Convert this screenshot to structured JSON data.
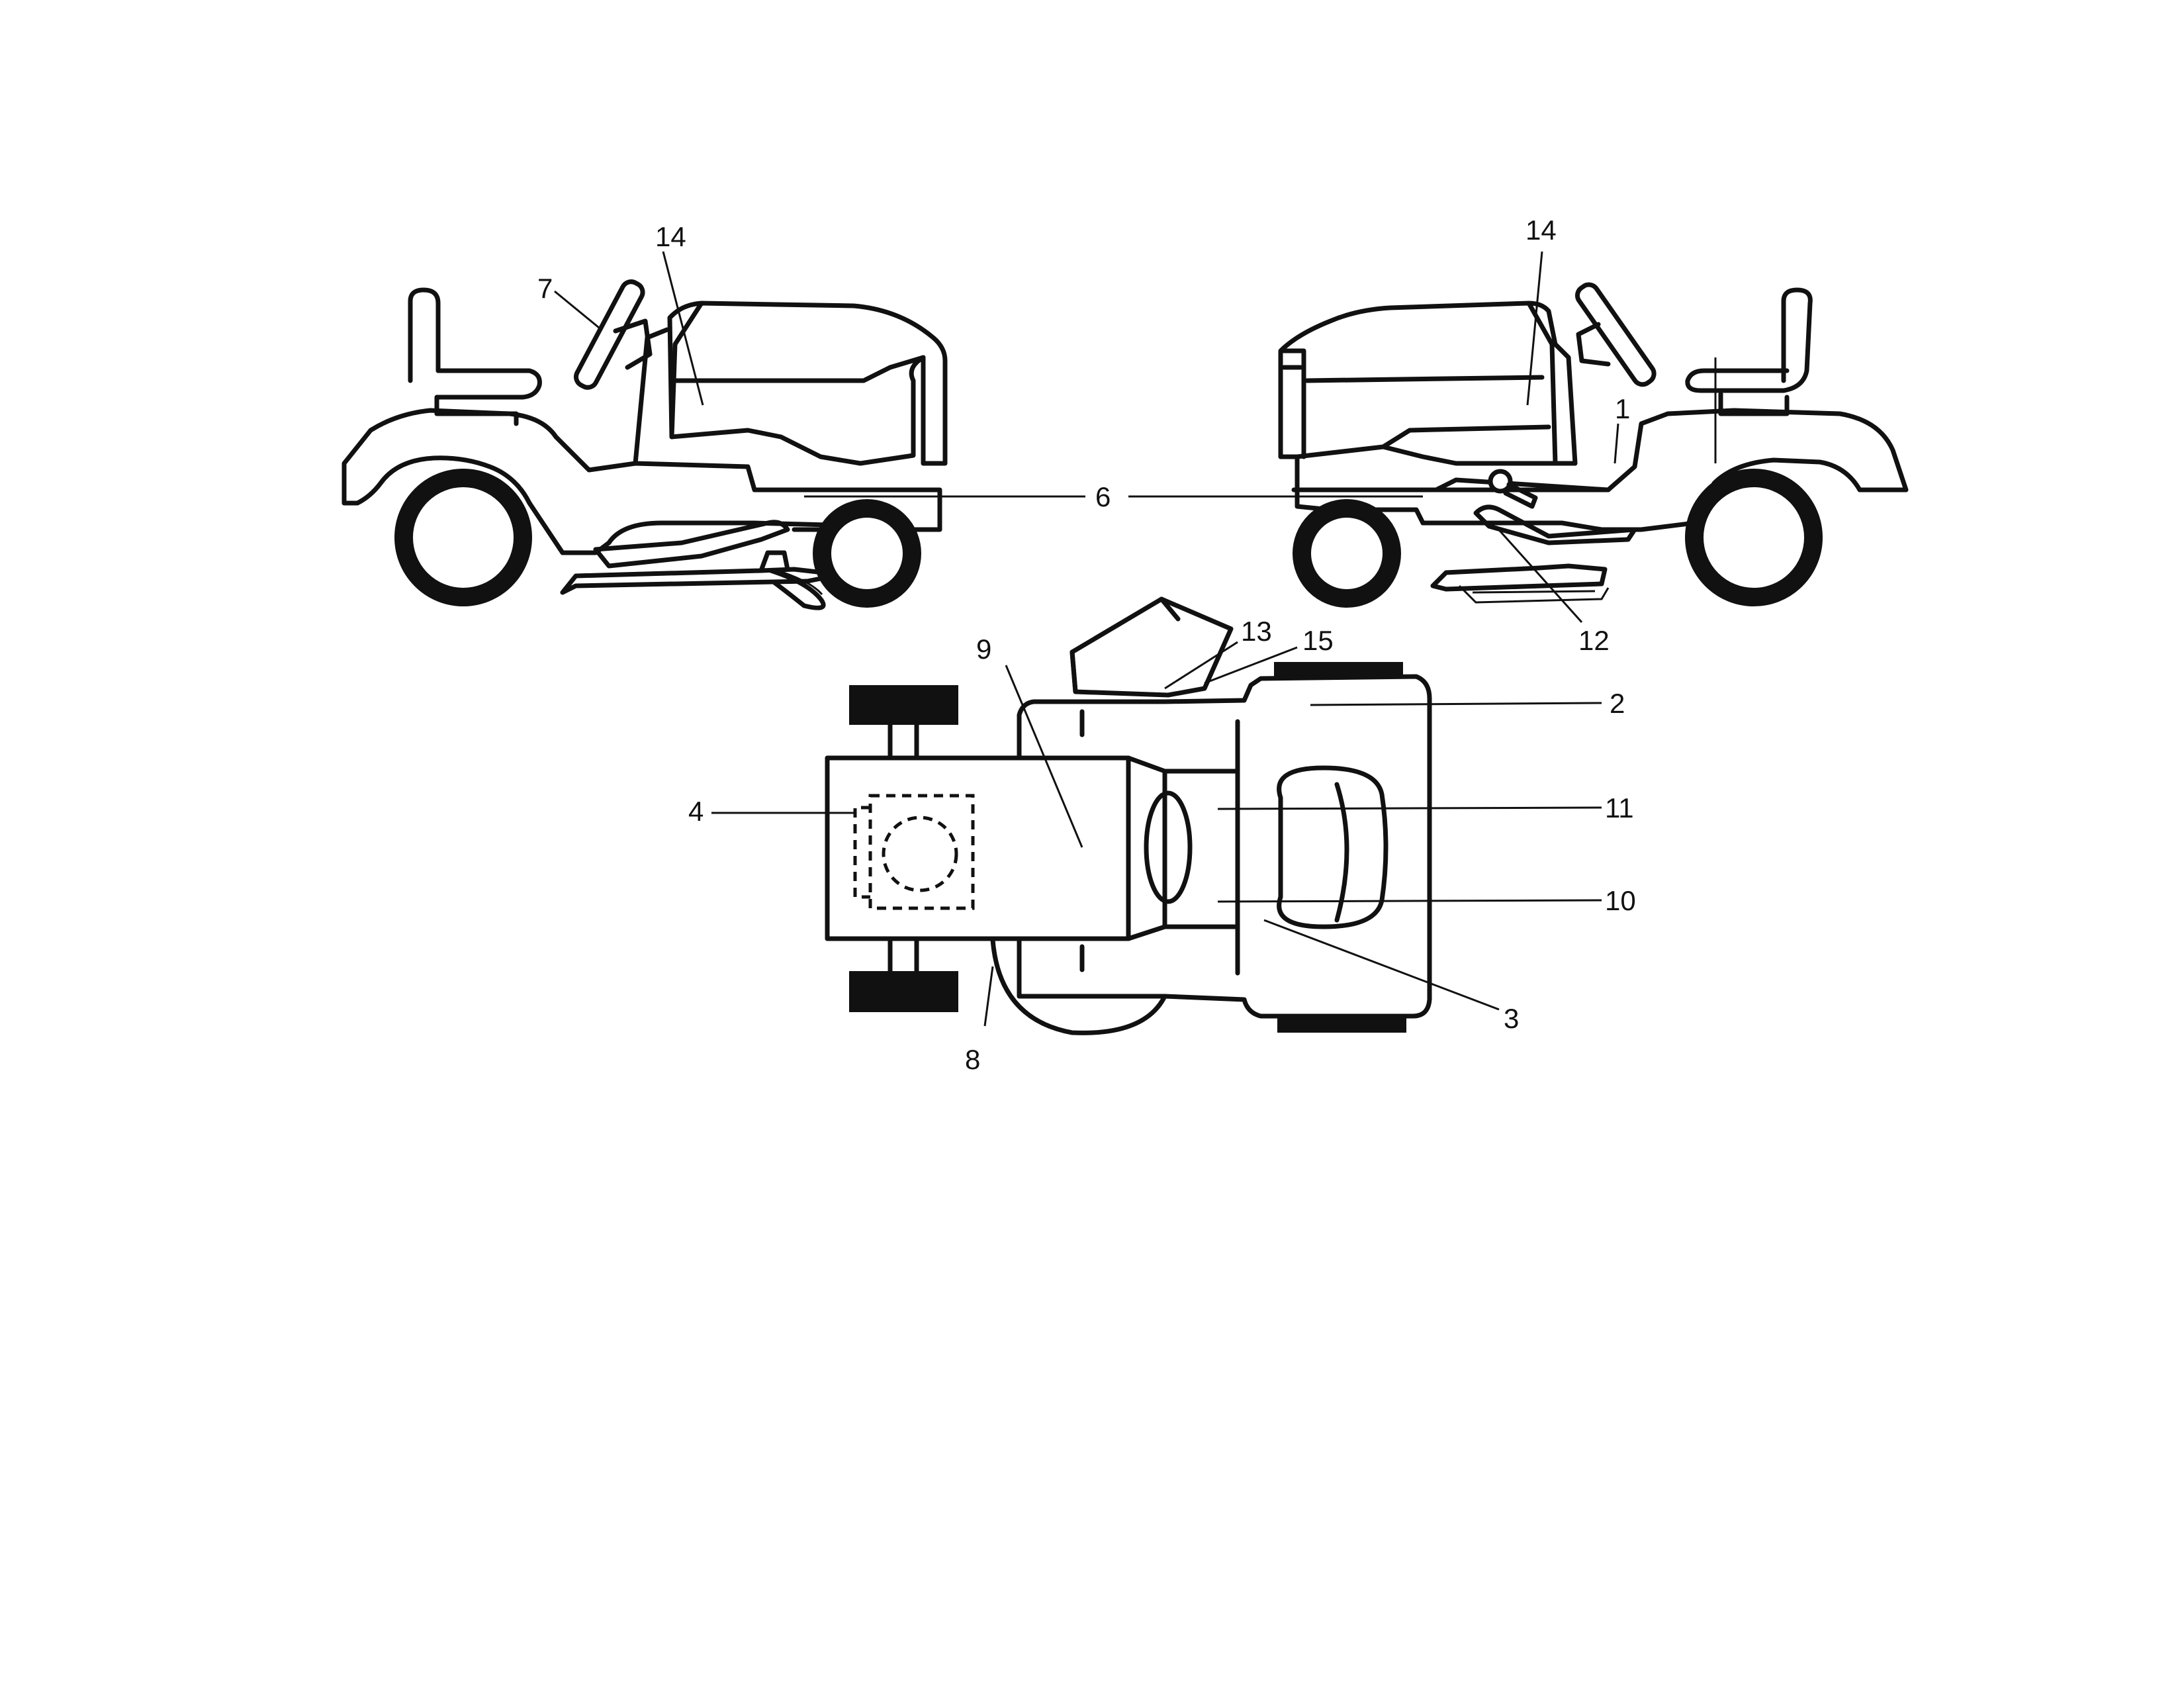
{
  "callouts": {
    "c1": "1",
    "c2": "2",
    "c3": "3",
    "c4": "4",
    "c6": "6",
    "c7": "7",
    "c8": "8",
    "c9": "9",
    "c10": "10",
    "c11": "11",
    "c12": "12",
    "c13": "13",
    "c14_left": "14",
    "c14_right": "14",
    "c15": "15"
  }
}
